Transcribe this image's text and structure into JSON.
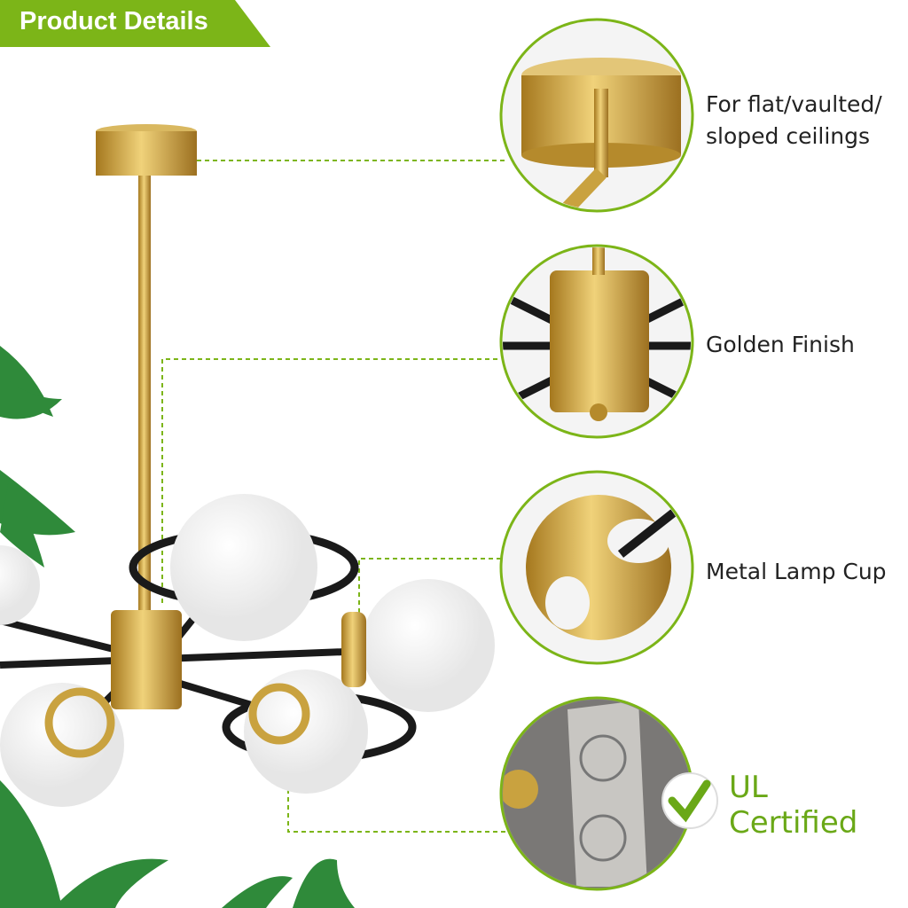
{
  "banner": {
    "title": "Product Details"
  },
  "features": [
    {
      "label": "For flat/vaulted/ sloped ceilings"
    },
    {
      "label": "Golden Finish"
    },
    {
      "label": "Metal Lamp Cup"
    }
  ],
  "certification": {
    "line1": "UL",
    "line2": "Certified",
    "icon": "check-icon"
  },
  "colors": {
    "accent": "#7cb518",
    "gold": "#c9a23f",
    "black": "#1a1a1a"
  }
}
